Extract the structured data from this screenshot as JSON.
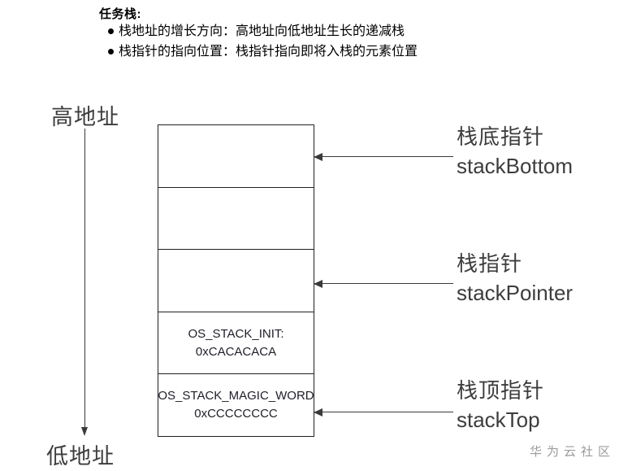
{
  "header": {
    "title": "任务栈:",
    "bullets": [
      "栈地址的增长方向：高地址向低地址生长的递减栈",
      "栈指针的指向位置：栈指针指向即将入栈的元素位置"
    ]
  },
  "address_axis": {
    "high_label": "高地址",
    "low_label": "低地址"
  },
  "stack": {
    "cells": [
      {
        "lines": [
          "",
          ""
        ]
      },
      {
        "lines": [
          "",
          ""
        ]
      },
      {
        "lines": [
          "",
          ""
        ]
      },
      {
        "lines": [
          "OS_STACK_INIT:",
          "0xCACACACA"
        ]
      },
      {
        "lines": [
          "OS_STACK_MAGIC_WORD",
          "0xCCCCCCCC"
        ]
      }
    ]
  },
  "pointers": [
    {
      "cn": "栈底指针",
      "en": "stackBottom"
    },
    {
      "cn": "栈指针",
      "en": "stackPointer"
    },
    {
      "cn": "栈顶指针",
      "en": "stackTop"
    }
  ],
  "watermark": "华为云社区",
  "colors": {
    "line": "#3a3a3a",
    "box_border": "#202020",
    "cell_text": "#1e1e28",
    "label_text": "#3d3d3d",
    "watermark": "#9b9b9b"
  }
}
